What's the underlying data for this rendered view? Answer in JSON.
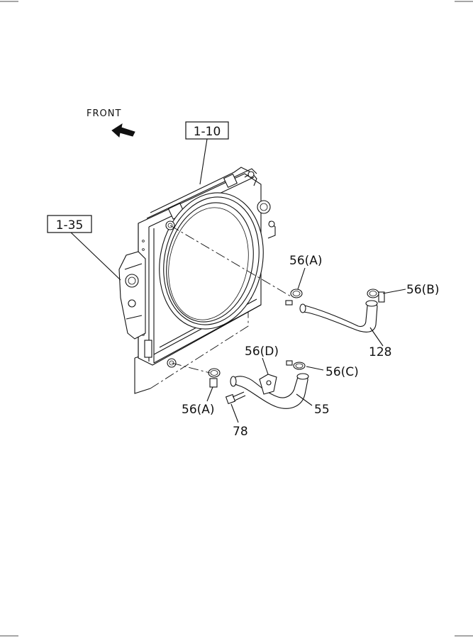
{
  "diagram": {
    "front_label": "FRONT",
    "callouts": {
      "ref_1_10": "1-10",
      "ref_1_35": "1-35",
      "clamp_56a_upper": "56(A)",
      "clamp_56b": "56(B)",
      "hose_128": "128",
      "clamp_56d": "56(D)",
      "clamp_56c": "56(C)",
      "clamp_56a_lower": "56(A)",
      "hose_55": "55",
      "bolt_78": "78"
    },
    "icons": [
      "front-arrow-icon"
    ]
  }
}
